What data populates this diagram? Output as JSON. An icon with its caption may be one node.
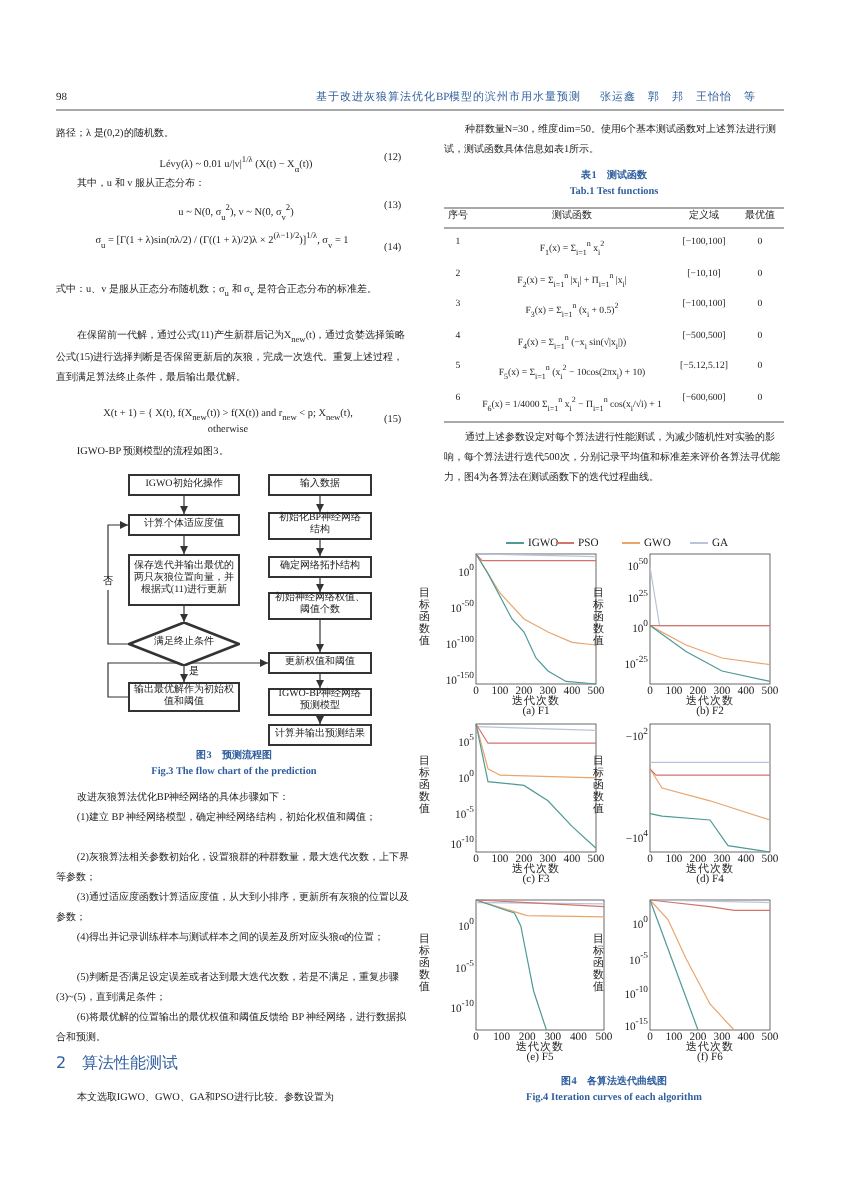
{
  "diagram": {
    "nodes": [
      {
        "text": [
          "IGWO初始化操作"
        ]
      },
      {
        "text": [
          "计算个体适应度值"
        ]
      },
      {
        "text": [
          "保存迭代并输出最优的两只灰狼位置向量，并根据式(11)进行更新"
        ]
      },
      {
        "text": [
          "满足终止条件"
        ]
      },
      {
        "text": [
          "输出最优解作为初始权值和阈值"
        ]
      },
      {
        "text": [
          "输入数据"
        ]
      },
      {
        "text": [
          "初始化BP神经网络结构"
        ]
      },
      {
        "text": [
          "确定网络拓扑结构"
        ]
      },
      {
        "text": [
          "初始神经网络权值、阈值个数"
        ]
      },
      {
        "text": [
          "更新权值和阈值"
        ]
      },
      {
        "text": [
          "IGWO-BP神经网络预测模型"
        ]
      },
      {
        "text": [
          "计算并输出预测结果"
        ]
      }
    ],
    "edges": [
      {
        "from": 0,
        "to": 1,
        "arrow": "to"
      },
      {
        "from": 1,
        "to": 2,
        "arrow": "to"
      },
      {
        "from": 2,
        "to": 3,
        "arrow": "to"
      },
      {
        "from": 3,
        "to": 1,
        "arrow": "to",
        "label": "否"
      },
      {
        "from": 3,
        "to": 4,
        "arrow": "to",
        "label": "是"
      },
      {
        "from": 4,
        "to": 9,
        "arrow": "to"
      },
      {
        "from": 5,
        "to": 6,
        "arrow": "to"
      },
      {
        "from": 6,
        "to": 7,
        "arrow": "to"
      },
      {
        "from": 7,
        "to": 8,
        "arrow": "to"
      },
      {
        "from": 8,
        "to": 9,
        "arrow": "to"
      },
      {
        "from": 9,
        "to": 10,
        "arrow": "to"
      },
      {
        "from": 10,
        "to": 11,
        "arrow": "to"
      }
    ],
    "labels": [
      "98",
      "基于改进灰狼算法优化BP模型的滨州市用水量预测",
      "张运鑫　郭　邦　王怡怡　等",
      "路径；λ 是(0,2)的随机数。",
      "Lévy(λ) ~ 0.01 u/|v|$^{1/λ}$ (X(t) − X$_{α}$(t))",
      "(12)",
      "其中，u 和 v 服从正态分布：",
      "u ~ N(0, σ$_{u}$$^{2}$), v ~ N(0, σ$_{v}$$^{2}$)",
      "(13)",
      "σ$_{u}$ = [Γ(1 + λ)sin(πλ/2) / (Γ((1 + λ)/2)λ × 2$^{(λ−1)/2}$)]$^{1/λ}$, σ$_{v}$ = 1",
      "(14)",
      "式中：u、v 是服从正态分布随机数；σ$_{u}$ 和 σ$_{v}$ 是符合正态分布的标准差。",
      "在保留前一代解，通过公式(11)产生新群后记为X$_{new}$(t)，通过贪婪选择策略公式(15)进行选择判断是否保留更新后的灰狼，完成一次迭代。重复上述过程，直到满足算法终止条件，最后输出最优解。",
      "X(t + 1) = { X(t), f(X$_{new}$(t)) > f(X(t)) and r$_{new}$ < p; X$_{new}$(t), otherwise",
      "(15)",
      "IGWO-BP 预测模型的流程如图3。",
      "图3　预测流程图",
      "Fig.3 The flow chart of the prediction",
      "改进灰狼算法优化BP神经网络的具体步骤如下：",
      "(1)建立 BP 神经网络模型，确定神经网络结构，初始化权值和阈值；",
      "(2)灰狼算法相关参数初始化，设置狼群的种群数量，最大迭代次数，上下界等参数；",
      "(3)通过适应度函数计算适应度值，从大到小排序，更新所有灰狼的位置以及参数；",
      "(4)得出并记录训练样本与测试样本之间的误差及所对应头狼α的位置；",
      "(5)判断是否满足设定误差或者达到最大迭代次数，若是不满足，重复步骤(3)~(5)，直到满足条件；",
      "(6)将最优解的位置输出的最优权值和阈值反馈给 BP 神经网络，进行数据拟合和预测。",
      "2　算法性能测试",
      "本文选取IGWO、GWO、GA和PSO进行比较。参数设置为",
      "种群数量N=30，维度dim=50。使用6个基本测试函数对上述算法进行测试，测试函数具体信息如表1所示。",
      "表1　测试函数",
      "Tab.1 Test functions",
      "序号",
      "测试函数",
      "定义域",
      "最优值",
      "1",
      "F$_{1}$(x) = Σ$_{i=1}$$^{n}$ x$_{i}$$^{2}$",
      "[−100,100]",
      "0",
      "2",
      "F$_{2}$(x) = Σ$_{i=1}$$^{n}$ |x$_{i}$| + Π$_{i=1}$$^{n}$ |x$_{i}$|",
      "[−10,10]",
      "0",
      "3",
      "F$_{3}$(x) = Σ$_{i=1}$$^{n}$ (x$_{i}$ + 0.5)$^{2}$",
      "[−100,100]",
      "0",
      "4",
      "F$_{4}$(x) = Σ$_{i=1}$$^{n}$ (−x$_{i}$ sin(√|x$_{i}$|))",
      "[−500,500]",
      "0",
      "5",
      "F$_{5}$(x) = Σ$_{i=1}$$^{n}$ (x$_{i}$$^{2}$ − 10cos(2πx$_{i}$) + 10)",
      "[−5.12,5.12]",
      "0",
      "6",
      "F$_{6}$(x) = 1/4000 Σ$_{i=1}$$^{n}$ x$_{i}$$^{2}$ − Π$_{i=1}$$^{n}$ cos(x$_{i}$/√i) + 1",
      "[−600,600]",
      "0",
      "通过上述参数设定对每个算法进行性能测试，为减少随机性对实验的影响，每个算法进行迭代500次，分别记录平均值和标准差来评价各算法寻优能力，图4为各算法在测试函数下的迭代过程曲线。",
      "目标函数值",
      "10$^{0}$",
      "10$^{-50}$",
      "10$^{-100}$",
      "10$^{-150}$",
      "0",
      "100",
      "200",
      "300",
      "400",
      "500",
      "迭代次数",
      "(a) F1",
      "目标函数值",
      "10$^{50}$",
      "10$^{25}$",
      "10$^{0}$",
      "10$^{-25}$",
      "0",
      "100",
      "200",
      "300",
      "400",
      "500",
      "迭代次数",
      "(b) F2",
      "目标函数值",
      "10$^{5}$",
      "10$^{0}$",
      "10$^{-5}$",
      "10$^{-10}$",
      "0",
      "100",
      "200",
      "300",
      "400",
      "500",
      "迭代次数",
      "(c) F3",
      "目标函数值",
      "−10$^{2}$",
      "−10$^{4}$",
      "0",
      "100",
      "200",
      "300",
      "400",
      "500",
      "迭代次数",
      "(d) F4",
      "目标函数值",
      "10$^{0}$",
      "10$^{-5}$",
      "10$^{-10}$",
      "0",
      "100",
      "200",
      "300",
      "400",
      "500",
      "迭代次数",
      "(e) F5",
      "目标函数值",
      "10$^{0}$",
      "10$^{-5}$",
      "10$^{-10}$",
      "10$^{-15}$",
      "0",
      "100",
      "200",
      "300",
      "400",
      "500",
      "迭代次数",
      "(f) F6",
      "图4　各算法迭代曲线图",
      "Fig.4 Iteration curves of each algorithm"
    ],
    "legend": [
      {
        "text": "IGWO",
        "color": "#4e9a96"
      },
      {
        "text": "PSO",
        "color": "#d4736b"
      },
      {
        "text": "GWO",
        "color": "#e9a56e"
      },
      {
        "text": "GA",
        "color": "#b9c3dc"
      }
    ]
  }
}
